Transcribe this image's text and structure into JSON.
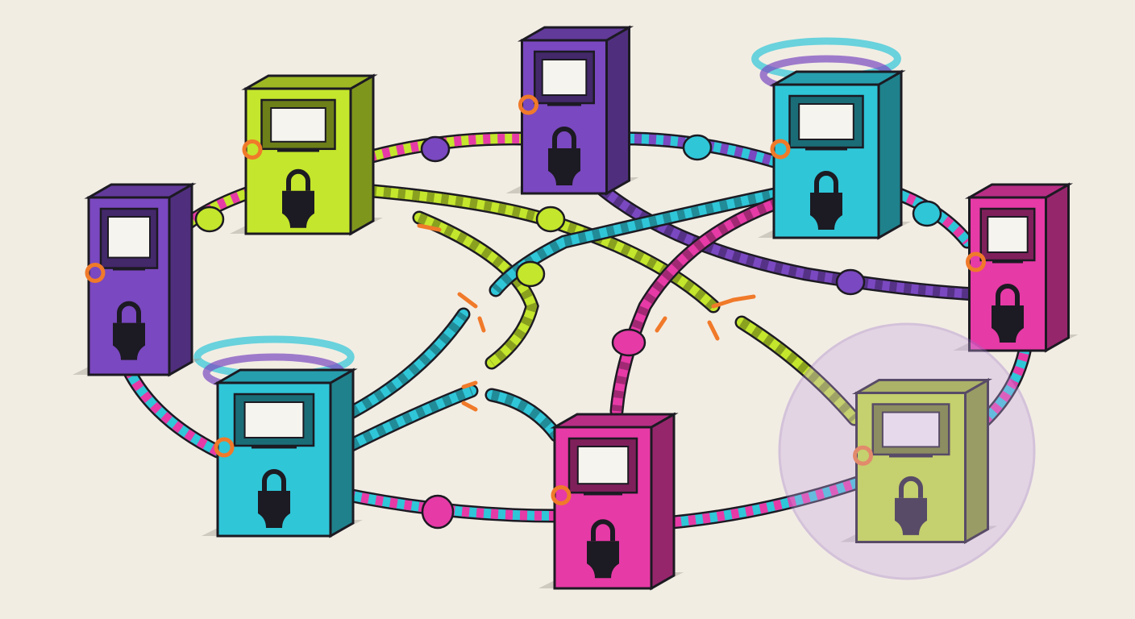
{
  "colors": {
    "background": "#f2ede3",
    "lime": "#c4e62c",
    "purple": "#7a48c0",
    "cyan": "#2fc6d8",
    "magenta": "#e63aa6",
    "orange": "#f07a2a",
    "ink": "#1c1a22"
  },
  "kiosks": [
    {
      "name": "kiosk-lime-top-left",
      "color": "lime",
      "halo": false,
      "bubble": false,
      "icon": "padlock-icon"
    },
    {
      "name": "kiosk-purple-top",
      "color": "purple",
      "halo": false,
      "bubble": false,
      "icon": "padlock-icon"
    },
    {
      "name": "kiosk-cyan-top-right",
      "color": "cyan",
      "halo": true,
      "bubble": false,
      "icon": "padlock-icon"
    },
    {
      "name": "kiosk-magenta-right",
      "color": "magenta",
      "halo": false,
      "bubble": false,
      "icon": "padlock-icon"
    },
    {
      "name": "kiosk-lime-bottom-right",
      "color": "lime",
      "halo": false,
      "bubble": true,
      "icon": "padlock-icon"
    },
    {
      "name": "kiosk-magenta-bottom",
      "color": "magenta",
      "halo": false,
      "bubble": false,
      "icon": "padlock-icon"
    },
    {
      "name": "kiosk-cyan-bottom-left",
      "color": "cyan",
      "halo": true,
      "bubble": false,
      "icon": "padlock-icon"
    },
    {
      "name": "kiosk-purple-left",
      "color": "purple",
      "halo": false,
      "bubble": false,
      "icon": "padlock-icon"
    }
  ]
}
